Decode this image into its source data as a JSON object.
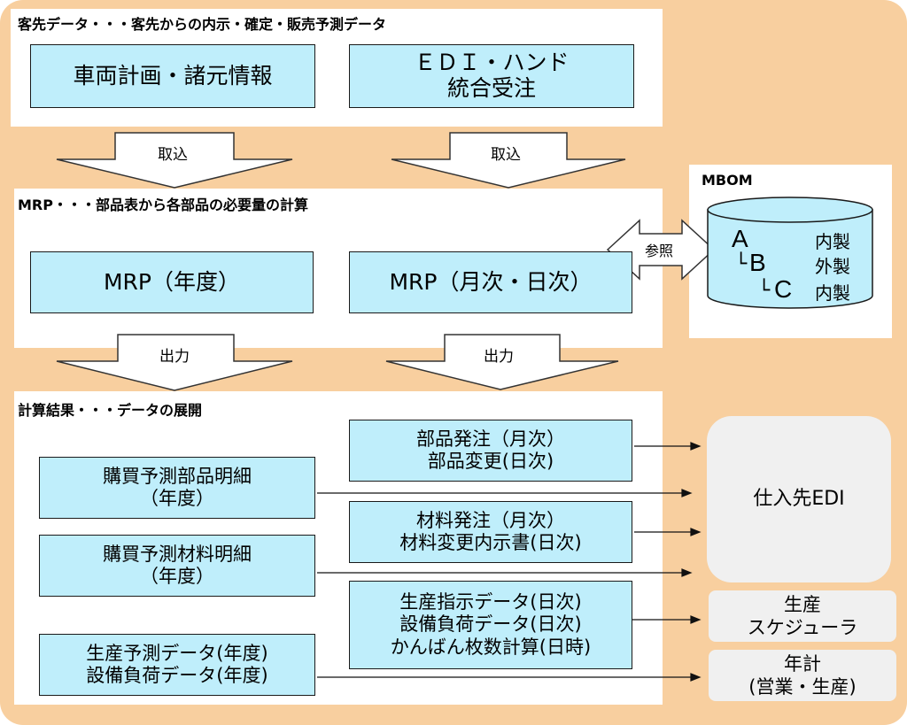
{
  "sections": {
    "customer": {
      "title": "客先データ・・・客先からの内示・確定・販売予測データ",
      "box1": "車両計画・諸元情報",
      "box2_line1": "ＥＤＩ・ハンド",
      "box2_line2": "統合受注"
    },
    "mrp": {
      "title": "MRP・・・部品表から各部品の必要量の計算",
      "box1": "MRP（年度）",
      "box2": "MRP（月次・日次）"
    },
    "results": {
      "title": "計算結果・・・データの展開",
      "items": [
        [
          "部品発注（月次）",
          "部品変更(日次)"
        ],
        [
          "購買予測部品明細",
          "（年度）"
        ],
        [
          "材料発注（月次）",
          "材料変更内示書(日次)"
        ],
        [
          "購買予測材料明細",
          "（年度）"
        ],
        [
          "生産指示データ(日次)",
          "設備負荷データ(日次)",
          "かんばん枚数計算(日時)"
        ],
        [
          "生産予測データ(年度)",
          "設備負荷データ(年度)"
        ]
      ]
    }
  },
  "arrows": {
    "import_label": "取込",
    "output_label": "出力",
    "reference_label": "参照"
  },
  "mbom": {
    "title": "MBOM",
    "parts": [
      "A",
      "B",
      "C"
    ],
    "types": [
      "内製",
      "外製",
      "内製"
    ]
  },
  "destinations": {
    "supplier_edi": "仕入先EDI",
    "scheduler": [
      "生産",
      "スケジューラ"
    ],
    "annual_plan": [
      "年計",
      "(営業・生産)"
    ]
  }
}
